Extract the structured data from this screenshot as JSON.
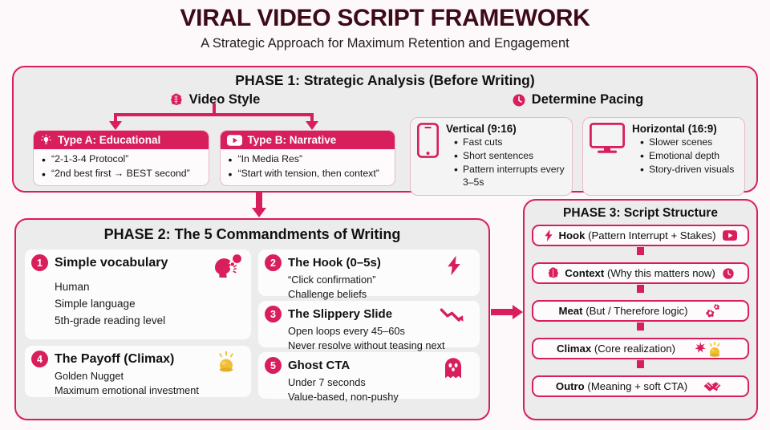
{
  "header": {
    "title": "VIRAL VIDEO SCRIPT FRAMEWORK",
    "subtitle": "A Strategic Approach for Maximum Retention and Engagement"
  },
  "colors": {
    "accent": "#d81e5b",
    "panel_bg": "#ebeceb",
    "page_bg": "#fdf8fa",
    "title": "#3d0a18",
    "gold": "#f0c040"
  },
  "phase1": {
    "title": "PHASE 1: Strategic Analysis (Before Writing)",
    "video_style": {
      "heading": "Video Style",
      "icon": "brain-icon",
      "types": [
        {
          "icon": "lightbulb-icon",
          "label": "Type A: Educational",
          "bullets": [
            "“2-1-3-4 Protocol”",
            "“2nd best first → BEST second”"
          ]
        },
        {
          "icon": "youtube-play-icon",
          "label": "Type B: Narrative",
          "bullets": [
            "“In Media Res”",
            "“Start with tension, then context”"
          ]
        }
      ]
    },
    "pacing": {
      "heading": "Determine Pacing",
      "icon": "clock-icon",
      "cards": [
        {
          "icon": "phone-icon",
          "title": "Vertical (9:16)",
          "bullets": [
            "Fast cuts",
            "Short sentences",
            "Pattern interrupts every 3–5s"
          ]
        },
        {
          "icon": "monitor-icon",
          "title": "Horizontal (16:9)",
          "bullets": [
            "Slower scenes",
            "Emotional depth",
            "Story-driven visuals"
          ]
        }
      ]
    }
  },
  "phase2": {
    "title": "PHASE 2: The 5 Commandments of Writing",
    "commandments": [
      {
        "number": "1",
        "title": "Simple vocabulary",
        "icon": "speaking-head-icon",
        "lines": [
          "Human",
          "Simple language",
          "5th-grade reading level"
        ]
      },
      {
        "number": "4",
        "title": "The Payoff (Climax)",
        "icon": "gold-nugget-icon",
        "lines": [
          "Golden Nugget",
          "Maximum emotional investment"
        ]
      },
      {
        "number": "2",
        "title": "The Hook (0–5s)",
        "icon": "lightning-bolt-icon",
        "lines": [
          "“Click confirmation”",
          "Challenge beliefs"
        ]
      },
      {
        "number": "3",
        "title": "The Slippery Slide",
        "icon": "down-trend-icon",
        "lines": [
          "Open loops every 45–60s",
          "Never resolve without teasing next"
        ]
      },
      {
        "number": "5",
        "title": "Ghost CTA",
        "icon": "ghost-icon",
        "lines": [
          "Under 7 seconds",
          "Value-based, non-pushy"
        ]
      }
    ]
  },
  "phase3": {
    "title": "PHASE 3: Script Structure",
    "steps": [
      {
        "lead_icon": "lightning-bolt-icon",
        "bold": "Hook",
        "rest": "(Pattern Interrupt + Stakes)",
        "trail_icon": "youtube-play-icon"
      },
      {
        "lead_icon": "brain-icon",
        "bold": "Context",
        "rest": "(Why this matters now)",
        "trail_icon": "clock-icon"
      },
      {
        "lead_icon": "",
        "bold": "Meat",
        "rest": "(But / Therefore logic)",
        "trail_icon": "gears-icon"
      },
      {
        "lead_icon": "",
        "bold": "Climax",
        "rest": "(Core realization)",
        "trail_icon": "sparkle-nugget-icon"
      },
      {
        "lead_icon": "",
        "bold": "Outro",
        "rest": "(Meaning + soft CTA)",
        "trail_icon": "handshake-icon"
      }
    ]
  }
}
